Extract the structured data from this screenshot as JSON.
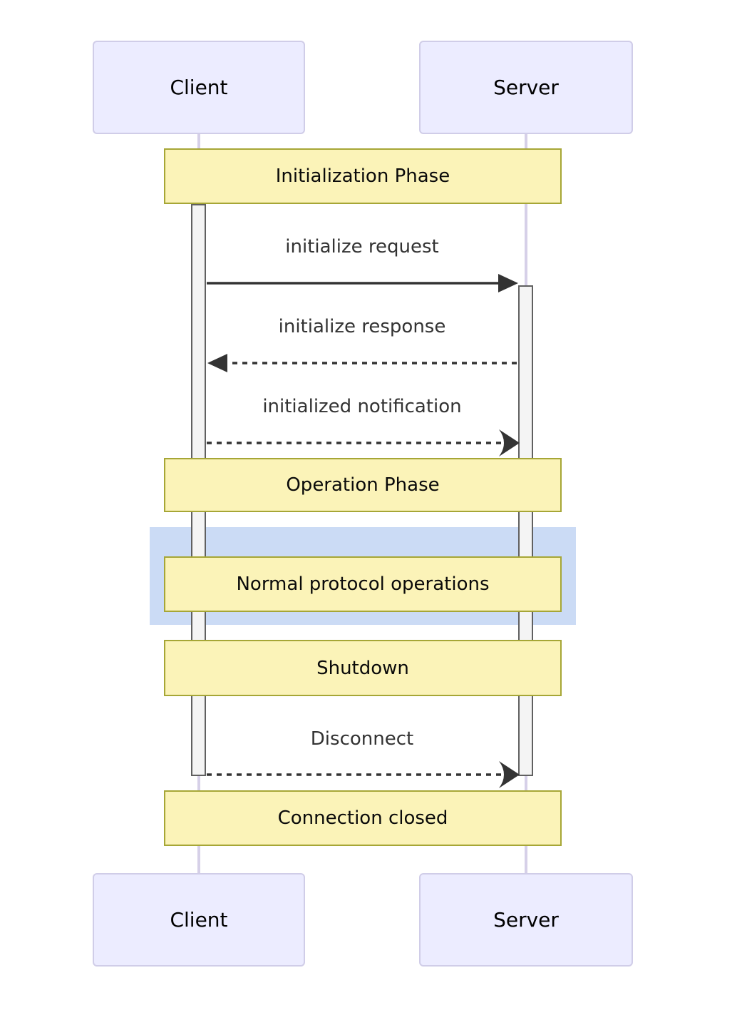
{
  "actors": {
    "client": {
      "label": "Client"
    },
    "server": {
      "label": "Server"
    }
  },
  "notes": [
    {
      "label": "Initialization Phase",
      "span": "both"
    },
    {
      "label": "Operation Phase",
      "span": "both"
    },
    {
      "label": "Normal protocol operations",
      "span": "both",
      "highlighted": true
    },
    {
      "label": "Shutdown",
      "span": "both"
    },
    {
      "label": "Connection closed",
      "span": "both"
    }
  ],
  "messages": [
    {
      "label": "initialize request",
      "from": "client",
      "to": "server",
      "line": "solid",
      "head": "filled-triangle"
    },
    {
      "label": "initialize response",
      "from": "server",
      "to": "client",
      "line": "dashed",
      "head": "filled-triangle"
    },
    {
      "label": "initialized notification",
      "from": "client",
      "to": "server",
      "line": "dashed",
      "head": "open-chevron"
    },
    {
      "label": "Disconnect",
      "from": "client",
      "to": "server",
      "line": "dashed",
      "head": "open-chevron"
    }
  ],
  "colors": {
    "actor_fill": "#ECECFF",
    "actor_border": "#D0CDE8",
    "lifeline": "#D6D0E8",
    "note_fill": "#FBF3B8",
    "note_border": "#A6A636",
    "highlight_fill": "#CBDBF5",
    "activation_fill": "#F4F4F4",
    "activation_border": "#606060",
    "arrow": "#333333",
    "message_text": "#333333",
    "background": "#FFFFFF"
  }
}
